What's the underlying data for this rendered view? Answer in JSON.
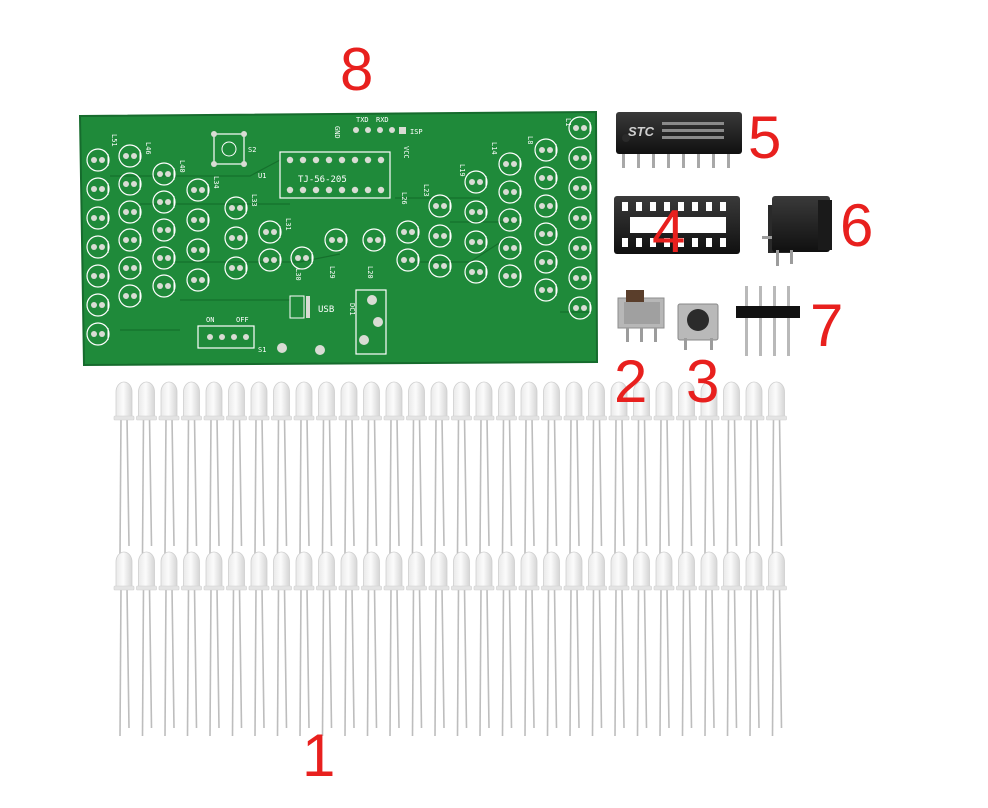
{
  "callouts": {
    "one": "1",
    "two": "2",
    "three": "3",
    "four": "4",
    "five": "5",
    "six": "6",
    "seven": "7",
    "eight": "8"
  },
  "pcb": {
    "model": "TJ-56-205",
    "switch_on": "ON",
    "switch_off": "OFF",
    "switch_ref": "S1",
    "button_ref": "S2",
    "ic_ref": "U1",
    "usb": "USB",
    "dc": "DC1",
    "txd": "TXD",
    "rxd": "RXD",
    "gnd": "GND",
    "isp": "ISP",
    "vcc": "VCC",
    "led_labels": [
      "L51",
      "L46",
      "L40",
      "L34",
      "L33",
      "L31",
      "L30",
      "L29",
      "L20",
      "L26",
      "L23",
      "L19",
      "L14",
      "L8",
      "L1"
    ]
  },
  "chip": {
    "brand": "STC"
  },
  "colors": {
    "pcb": "#1f8a3a",
    "pcb_dark": "#15702c",
    "pad": "#d9dcd4",
    "callout": "#e8201e"
  }
}
